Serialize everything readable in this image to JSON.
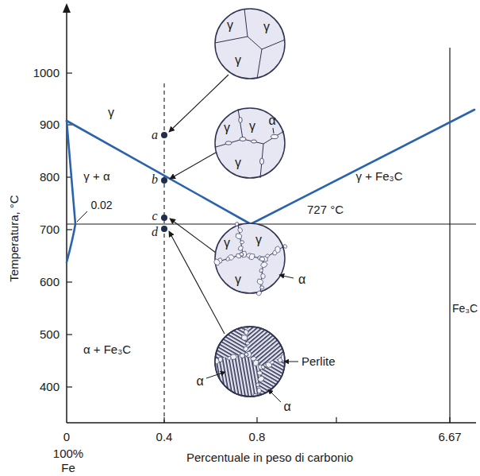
{
  "diagram": {
    "nodes": [
      {
        "text": [
          "γ",
          "γ",
          "γ"
        ]
      },
      {
        "text": [
          "γ",
          "γ",
          "γ",
          "α"
        ]
      },
      {
        "text": [
          "γ",
          "γ",
          "γ",
          "α"
        ]
      },
      {
        "text": [
          "Perlite",
          "α",
          "α"
        ]
      }
    ],
    "labels": [
      "1000",
      "900",
      "800",
      "700",
      "600",
      "500",
      "400",
      "Temperatura, °C",
      "0",
      "0.4",
      "0.8",
      "6.67",
      "100%",
      "Fe",
      "Percentuale in peso di carbonio",
      "γ",
      "γ + α",
      "α + Fe₃C",
      "γ + Fe₃C",
      "Fe₃C",
      "0.02",
      "727 °C",
      "a",
      "b",
      "c",
      "d"
    ]
  }
}
